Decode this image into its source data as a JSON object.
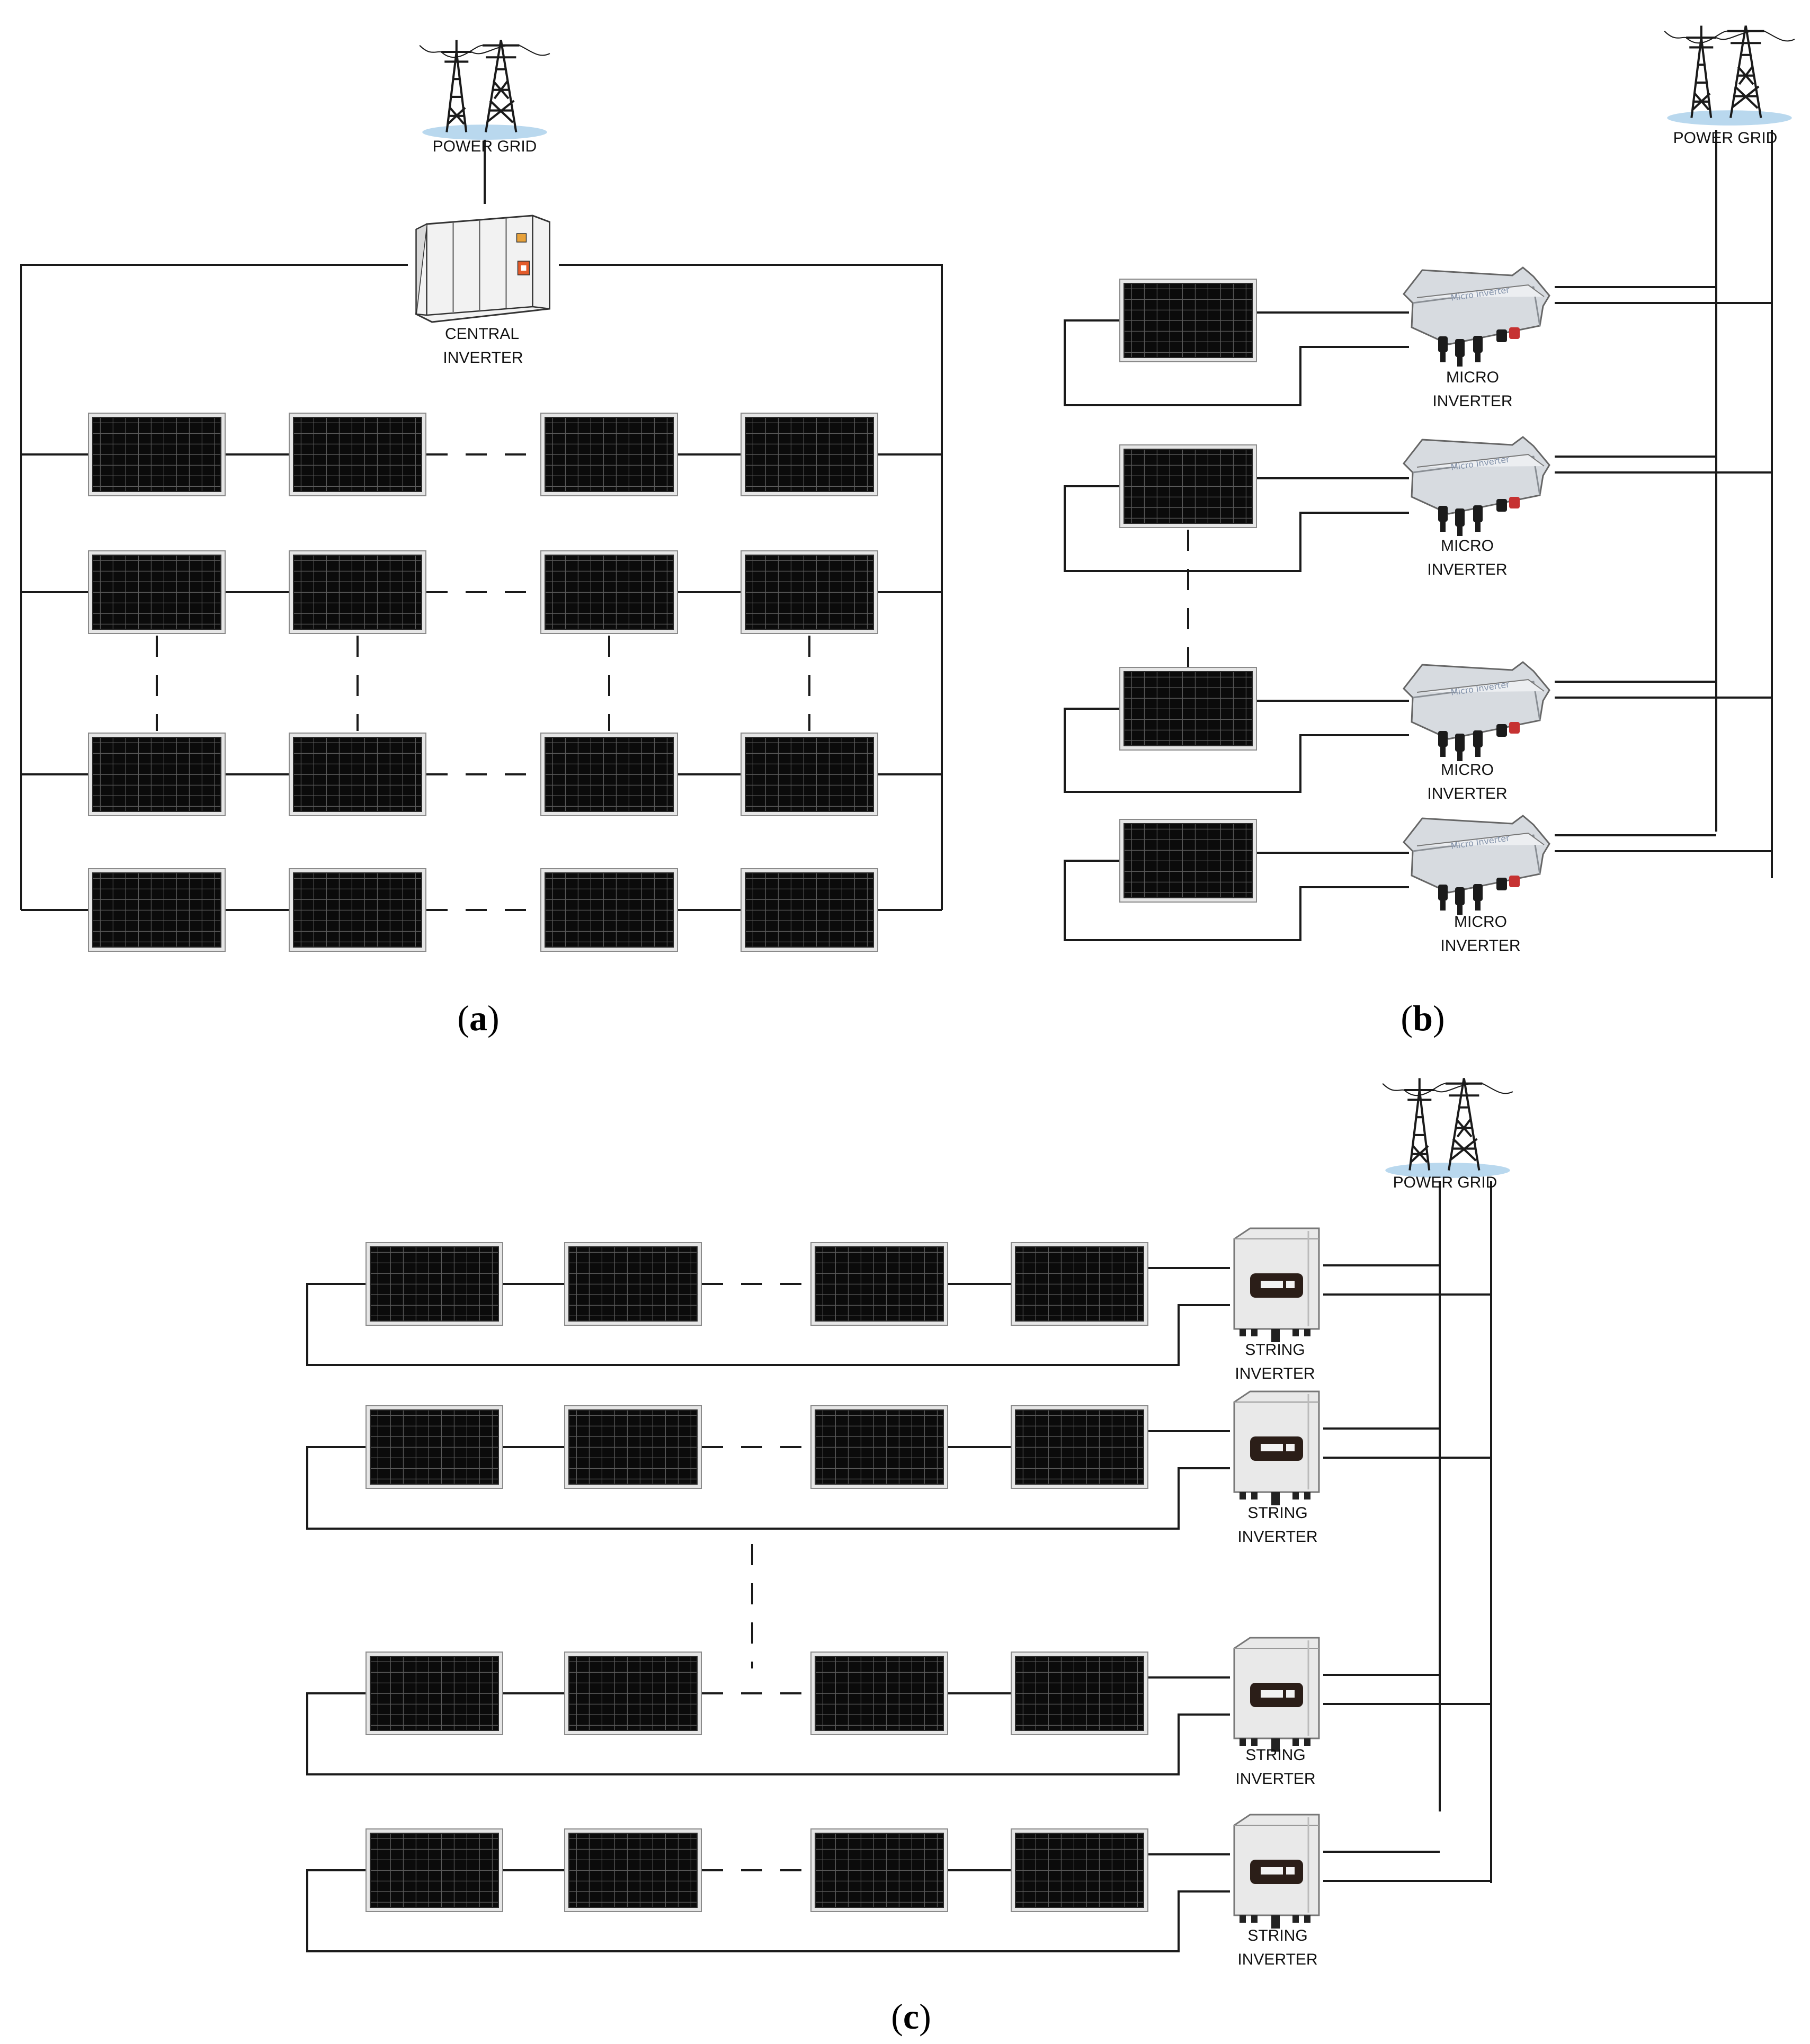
{
  "panel_a": {
    "caption_letter": "a",
    "grid_label": "POWER GRID",
    "inverter_label_line1": "CENTRAL",
    "inverter_label_line2": "INVERTER"
  },
  "panel_b": {
    "caption_letter": "b",
    "grid_label": "POWER GRID",
    "inverter_label_line1": "MICRO",
    "inverter_label_line2": "INVERTER",
    "device_brand": "Micro Inverter"
  },
  "panel_c": {
    "caption_letter": "c",
    "grid_label": "POWER GRID",
    "inverter_label_line1": "STRING",
    "inverter_label_line2": "INVERTER"
  },
  "icons": {
    "tower": "transmission-tower-icon",
    "panel": "solar-panel-icon",
    "central": "central-inverter-icon",
    "micro": "micro-inverter-icon",
    "string": "string-inverter-icon"
  }
}
